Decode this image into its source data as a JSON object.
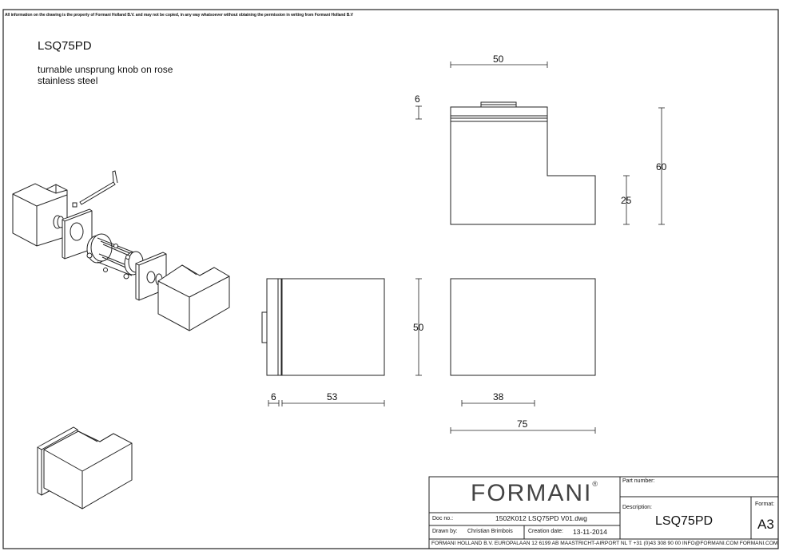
{
  "notice": "All information on the drawing is the property of Formani Holland B.V. and may not be copied, in any way whatsoever without obtaining the permission in writing from Formani Holland B.V",
  "product": {
    "code": "LSQ75PD",
    "description_line1": "turnable unsprung knob on rose",
    "description_line2": "stainless steel"
  },
  "dimensions": {
    "top_width": "50",
    "rose_thickness": "6",
    "overall_height": "60",
    "step_height": "25",
    "front_height": "50",
    "side_rose_thickness": "6",
    "side_depth": "53",
    "step_width": "38",
    "overall_width": "75"
  },
  "title_block": {
    "logo": "FORMANI",
    "registered_mark": "®",
    "part_number_label": "Part number:",
    "part_number_value": "",
    "doc_no_label": "Doc no.:",
    "doc_no_value": "1502K012 LSQ75PD V01.dwg",
    "drawn_by_label": "Drawn by:",
    "drawn_by_value": "Christian Brimbois",
    "creation_date_label": "Creation date:",
    "creation_date_value": "13-11-2014",
    "description_label": "Description:",
    "description_value": "LSQ75PD",
    "format_label": "Format:",
    "format_value": "A3",
    "footer": "FORMANI HOLLAND B.V.  EUROPALAAN 12  6199 AB MAASTRICHT-AIRPORT NL  T +31 (0)43 308 90 00 INFO@FORMANI.COM FORMANI.COM"
  }
}
